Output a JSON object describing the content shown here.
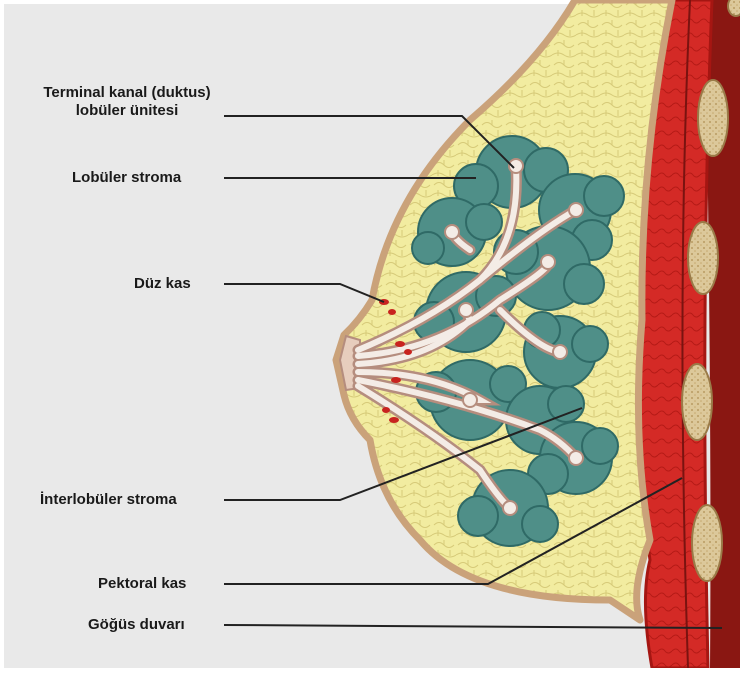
{
  "labels": {
    "terminal_line1": "Terminal kanal (duktus)",
    "terminal_line2": "lobüler ünitesi",
    "lobular_stroma": "Lobüler stroma",
    "smooth_muscle": "Düz kas",
    "interlobular_stroma": "İnterlobüler stroma",
    "pectoral_muscle": "Pektoral kas",
    "chest_wall": "Göğüs duvarı"
  },
  "colors": {
    "background": "#e9e9e9",
    "fat": "#f2eca0",
    "fat_cells": "#d9cd7a",
    "skin": "#caa27a",
    "lobule": "#4f8f88",
    "lobule_edge": "#2f6a66",
    "duct": "#f4ece6",
    "duct_edge": "#b58d7e",
    "muscle": "#d42a26",
    "muscle_dark": "#a51612",
    "rib": "#dcc89a",
    "leader": "#222222"
  }
}
